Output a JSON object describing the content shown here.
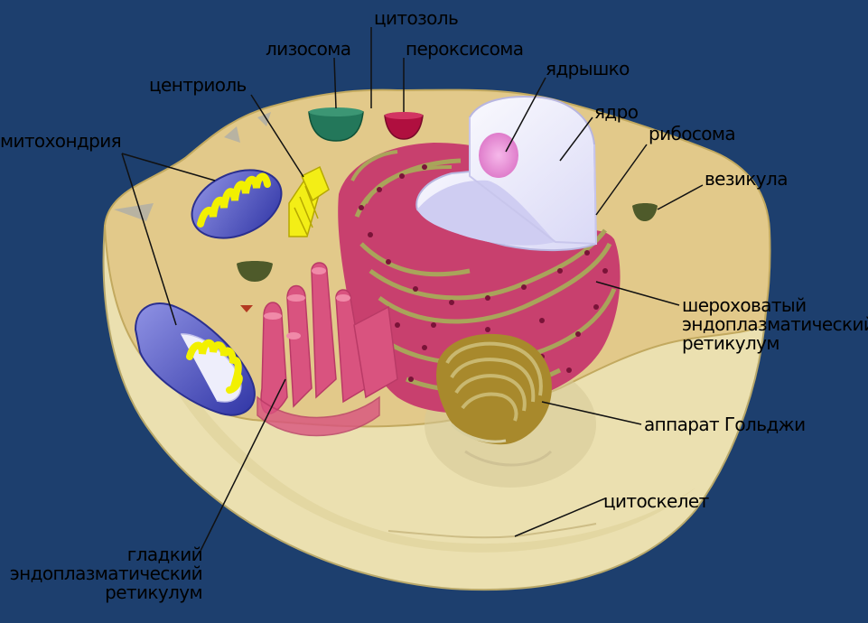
{
  "labels": {
    "cytosol": "цитозоль",
    "lysosome": "лизосома",
    "peroxisome": "пероксисома",
    "nucleolus": "ядрышко",
    "centriole": "центриоль",
    "nucleus": "ядро",
    "ribosome": "рибосома",
    "mitochondria": "митохондрия",
    "vesicle": "везикула",
    "rough_er": [
      "шероховатый",
      "эндоплазматический",
      "ретикулум"
    ],
    "golgi": "аппарат Гольджи",
    "cytoskeleton": "цитоскелет",
    "smooth_er": [
      "гладкий",
      "эндоплазматический",
      "ретикулум"
    ]
  },
  "colors": {
    "background": "#1d3f6e",
    "cytoplasm_top": "#e2c98a",
    "cell_body": "#ebe0b0",
    "rough_er": "#c8406e",
    "er_lumen": "#a9a45a",
    "golgi": "#a8892c",
    "mitochondrion_outer": "#3f44b8",
    "mitochondrion_inner": "#f2f000",
    "nucleus": "#e9e8fb",
    "nucleolus": "#ee99d8",
    "lysosome": "#23775a",
    "peroxisome": "#b00f3f",
    "vesicle": "#4e5a2a",
    "label_text": "#000000"
  }
}
